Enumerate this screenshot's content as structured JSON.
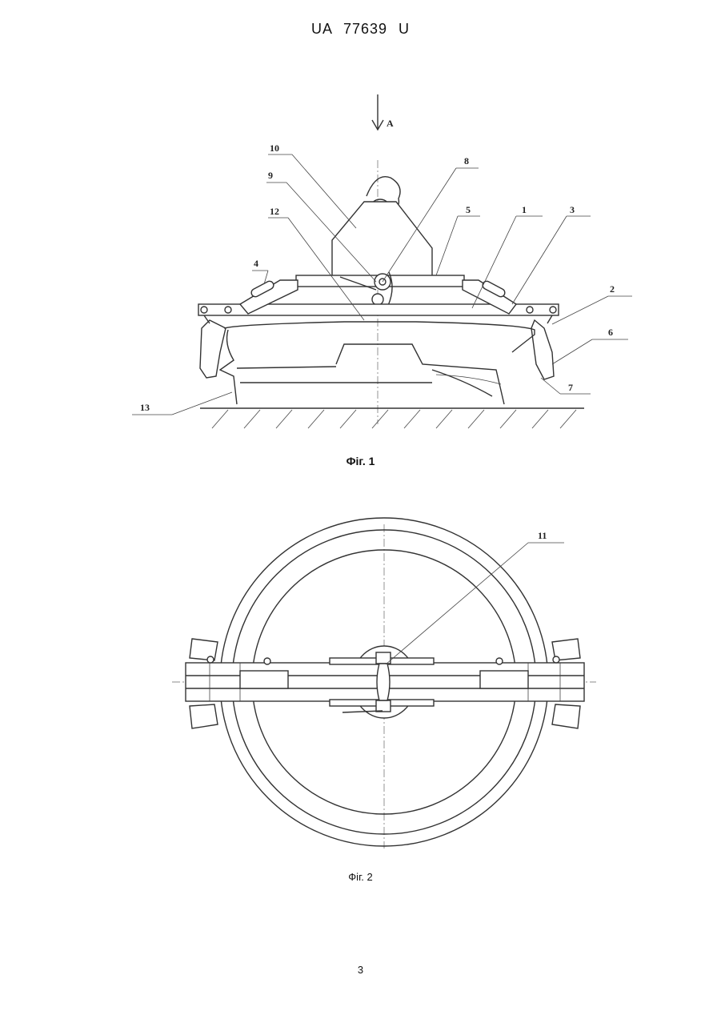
{
  "header": {
    "doc_id": "UA  77639  U"
  },
  "figure1": {
    "arrow_label": "A",
    "callouts": [
      "10",
      "9",
      "8",
      "12",
      "5",
      "1",
      "3",
      "4",
      "2",
      "6",
      "7",
      "13"
    ],
    "caption": "Фіг. 1"
  },
  "figure2": {
    "callouts": [
      "11"
    ],
    "caption": "Фіг. 2"
  },
  "footer": {
    "page_number": "3"
  }
}
